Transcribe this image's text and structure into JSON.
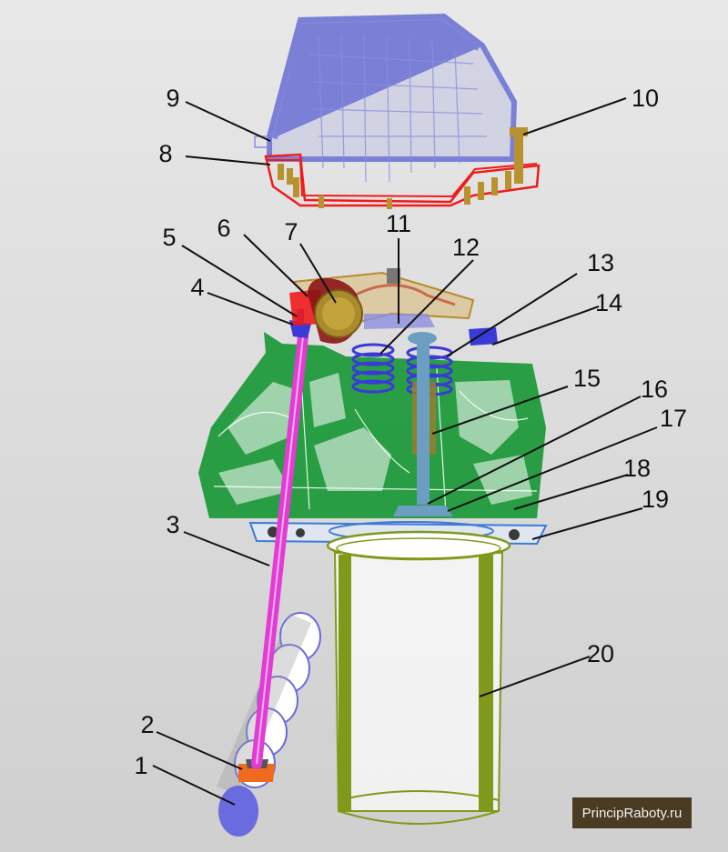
{
  "colors": {
    "background_top": "#e8e8e8",
    "background_bottom": "#cfcfcf",
    "valve_cover": "#7b7fd6",
    "gasket_red": "#ee1c1c",
    "bolt_gold": "#b8922e",
    "cylinder_head_green": "#1f9a3c",
    "pushrod_magenta": "#e23cd4",
    "camshaft_blue": "#6a6bdf",
    "lifter_orange": "#f06a1e",
    "rocker_brown": "#b88a2c",
    "spring_blue": "#3a3ad8",
    "valve_steel": "#6b9ec0",
    "sleeve_olive": "#7f9a1a",
    "watermark_bg": "#4a3b22",
    "leader": "#111111"
  },
  "labels": [
    "1",
    "2",
    "3",
    "4",
    "5",
    "6",
    "7",
    "8",
    "9",
    "10",
    "11",
    "12",
    "13",
    "14",
    "15",
    "16",
    "17",
    "18",
    "19",
    "20"
  ],
  "watermark": "PrincipRaboty.ru"
}
